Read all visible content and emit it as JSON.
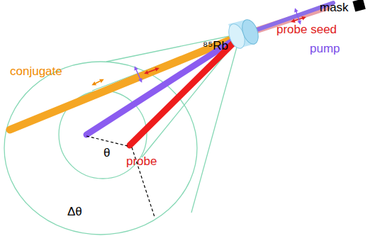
{
  "diagram": {
    "labels": [
      "mask",
      "probe seed",
      "⁸⁵Rb",
      "pump",
      "conjugate",
      "θ",
      "probe",
      "Δθ"
    ]
  }
}
